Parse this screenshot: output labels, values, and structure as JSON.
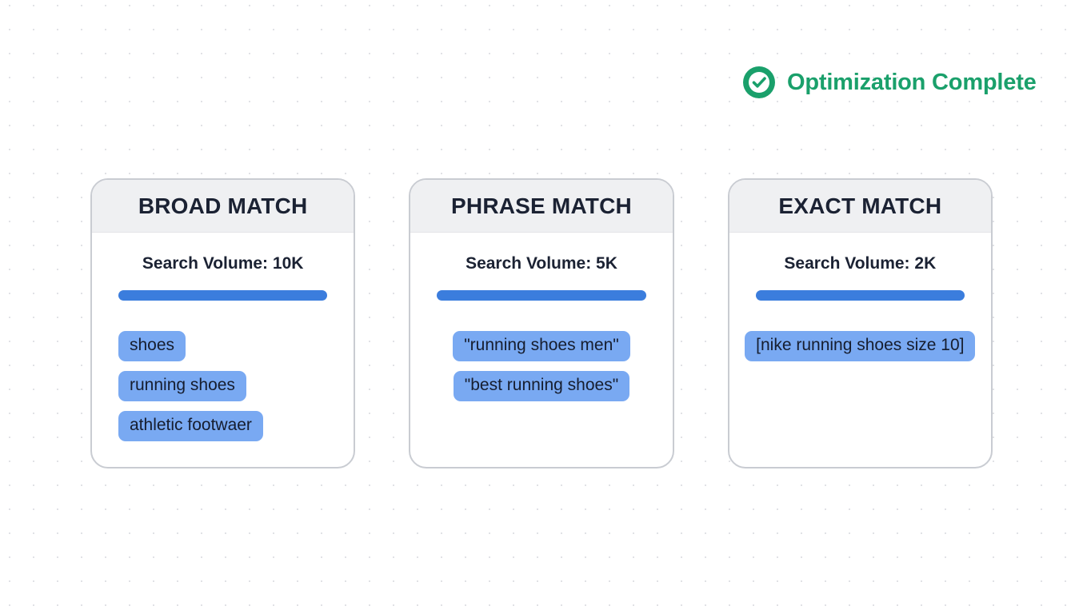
{
  "status": {
    "icon": "check-circle-icon",
    "label": "Optimization Complete",
    "color": "#1aa06b"
  },
  "theme": {
    "bar_color": "#3b7ddd",
    "chip_color": "#79a9f2",
    "chip_text_color": "#161d2e",
    "card_header_bg": "#eff0f2",
    "card_border": "#c9ccd2",
    "title_color": "#1b2233",
    "page_bg": "#ffffff",
    "dot_color": "#e1e2e6"
  },
  "cards": [
    {
      "title": "BROAD MATCH",
      "volume_label": "Search Volume: 10K",
      "volume_value": "10K",
      "bar_percent": 100,
      "keywords_align": "align-left",
      "keywords": [
        "shoes",
        "running shoes",
        "athletic footwaer"
      ]
    },
    {
      "title": "PHRASE MATCH",
      "volume_label": "Search Volume: 5K",
      "volume_value": "5K",
      "bar_percent": 100,
      "keywords_align": "align-center",
      "keywords": [
        "\"running shoes men\"",
        "\"best running shoes\""
      ]
    },
    {
      "title": "EXACT MATCH",
      "volume_label": "Search Volume: 2K",
      "volume_value": "2K",
      "bar_percent": 100,
      "keywords_align": "align-center",
      "keywords": [
        "[nike running shoes size 10]"
      ]
    }
  ]
}
